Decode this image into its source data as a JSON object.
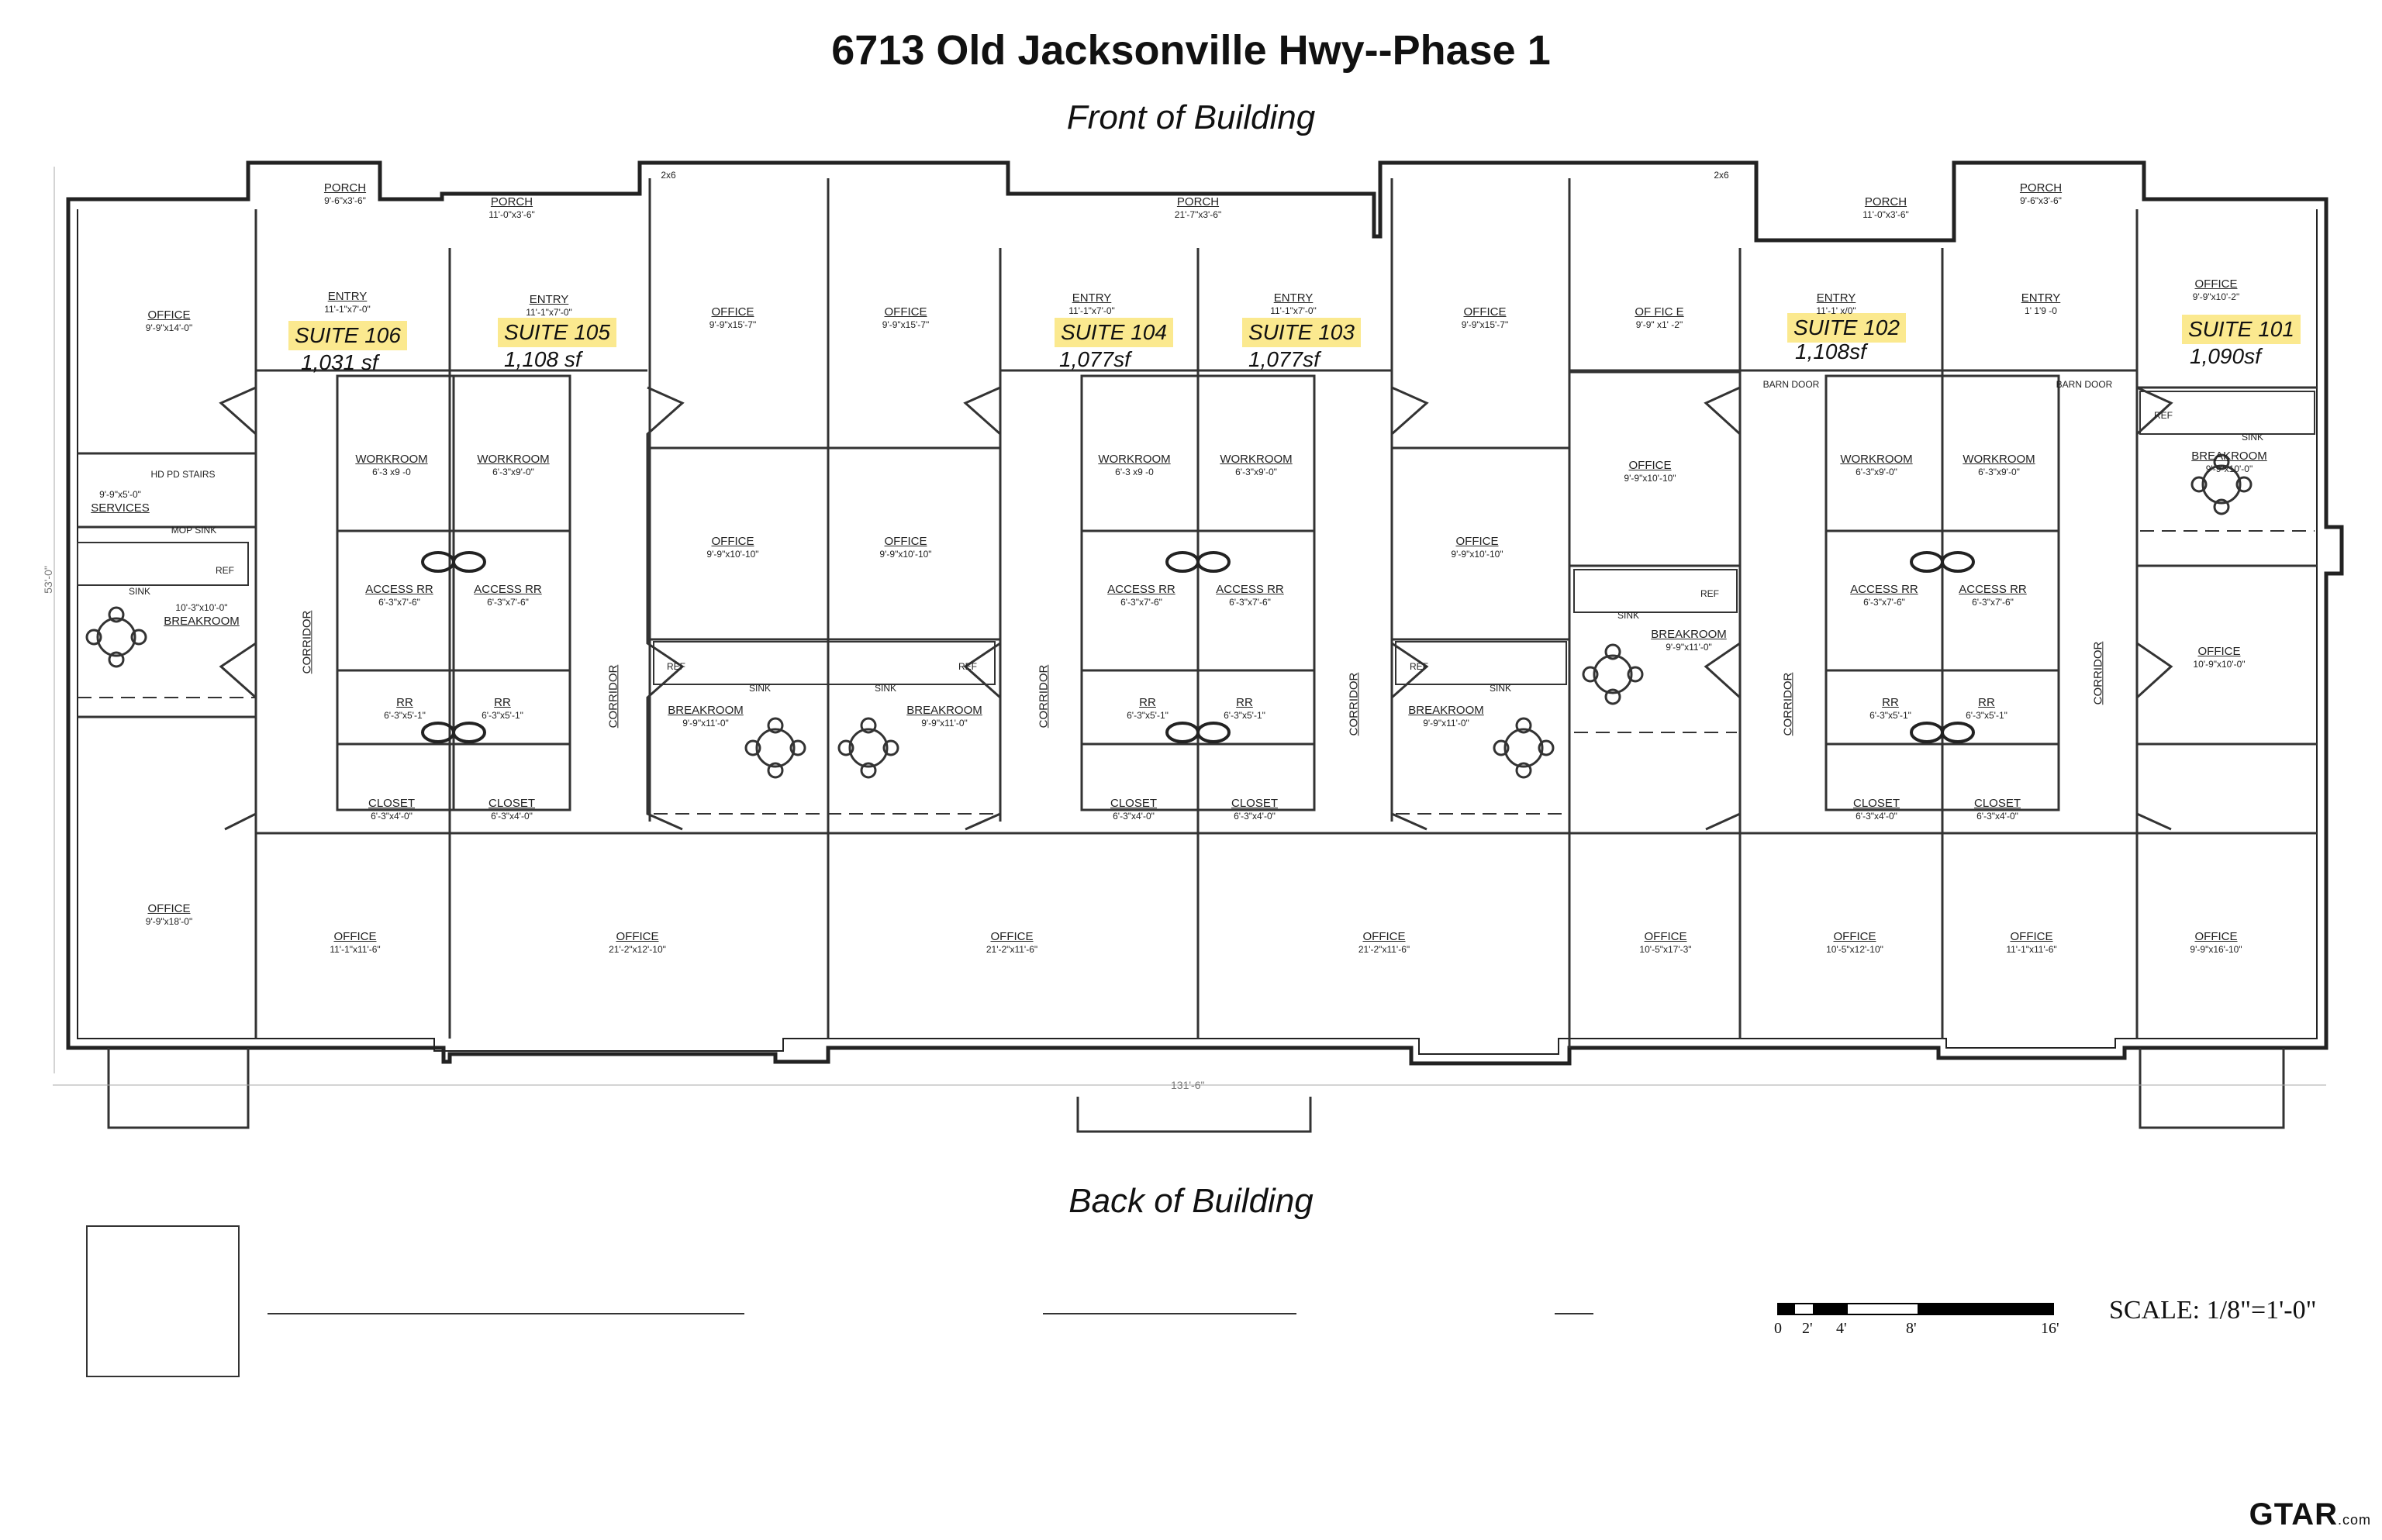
{
  "header": {
    "title": "6713 Old Jacksonville Hwy--Phase 1",
    "front_label": "Front of Building",
    "back_label": "Back of Building"
  },
  "suites": [
    {
      "name": "SUITE 106",
      "sf": "1,031 sf"
    },
    {
      "name": "SUITE 105",
      "sf": "1,108 sf"
    },
    {
      "name": "SUITE 104",
      "sf": "1,077sf"
    },
    {
      "name": "SUITE 103",
      "sf": "1,077sf"
    },
    {
      "name": "SUITE 102",
      "sf": "1,108sf"
    },
    {
      "name": "SUITE 101",
      "sf": "1,090sf"
    }
  ],
  "rooms": {
    "porch_a": {
      "name": "PORCH",
      "dim": "9'-6\"x3'-6\""
    },
    "porch_b": {
      "name": "PORCH",
      "dim": "11'-0\"x3'-6\""
    },
    "porch_c": {
      "name": "PORCH",
      "dim": "21'-7\"x3'-6\""
    },
    "porch_d": {
      "name": "PORCH",
      "dim": "11'-0\"x3'-6\""
    },
    "porch_e": {
      "name": "PORCH",
      "dim": "9'-6\"x3'-6\""
    },
    "office_fl1": {
      "name": "OFFICE",
      "dim": "9'-9\"x14'-0\""
    },
    "office_f3": {
      "name": "OFFICE",
      "dim": "9'-9\"x15'-7\""
    },
    "office_f4": {
      "name": "OFFICE",
      "dim": "9'-9\"x15'-7\""
    },
    "office_f7": {
      "name": "OFFICE",
      "dim": "9'-9\"x15'-7\""
    },
    "office_f8": {
      "name": "OF FIC E",
      "dim": "9'-9\" x1' -2\""
    },
    "office_fr": {
      "name": "OFFICE",
      "dim": "9'-9\"x10'-2\""
    },
    "entry_106": {
      "name": "ENTRY",
      "dim": "11'-1\"x7'-0\""
    },
    "entry_105": {
      "name": "ENTRY",
      "dim": "11'-1\"x7'-0\""
    },
    "entry_104": {
      "name": "ENTRY",
      "dim": "11'-1\"x7'-0\""
    },
    "entry_103": {
      "name": "ENTRY",
      "dim": "11'-1\"x7'-0\""
    },
    "entry_102": {
      "name": "ENTRY",
      "dim": "11'-1' x/0\""
    },
    "entry_101": {
      "name": "ENTRY",
      "dim": "1' 1'9 -0"
    },
    "workroom_1": {
      "name": "WORKROOM",
      "dim": "6'-3 x9 -0"
    },
    "workroom_2": {
      "name": "WORKROOM",
      "dim": "6'-3\"x9'-0\""
    },
    "workroom_3": {
      "name": "WORKROOM",
      "dim": "6'-3 x9 -0"
    },
    "workroom_4": {
      "name": "WORKROOM",
      "dim": "6'-3\"x9'-0\""
    },
    "workroom_5": {
      "name": "WORKROOM",
      "dim": "6'-3\"x9'-0\""
    },
    "workroom_6": {
      "name": "WORKROOM",
      "dim": "6'-3\"x9'-0\""
    },
    "office_m3": {
      "name": "OFFICE",
      "dim": "9'-9\"x10'-10\""
    },
    "office_m4": {
      "name": "OFFICE",
      "dim": "9'-9\"x10'-10\""
    },
    "office_m7": {
      "name": "OFFICE",
      "dim": "9'-9\"x10'-10\""
    },
    "office_m8": {
      "name": "OFFICE",
      "dim": "9'-9\"x10'-10\""
    },
    "office_mr": {
      "name": "OFFICE",
      "dim": "10'-9\"x10'-0\""
    },
    "services": {
      "name": "SERVICES",
      "dim": "9'-9\"x5'-0\""
    },
    "hdpd_stairs": {
      "name": "HD PD STAIRS",
      "dim": ""
    },
    "mop_sink": {
      "name": "MOP SINK",
      "dim": ""
    },
    "breakroom_l": {
      "name": "BREAKROOM",
      "dim": "10'-3\"x10'-0\""
    },
    "breakroom_3": {
      "name": "BREAKROOM",
      "dim": "9'-9\"x11'-0\""
    },
    "breakroom_4": {
      "name": "BREAKROOM",
      "dim": "9'-9\"x11'-0\""
    },
    "breakroom_7": {
      "name": "BREAKROOM",
      "dim": "9'-9\"x11'-0\""
    },
    "breakroom_8": {
      "name": "BREAKROOM",
      "dim": "9'-9\"x11'-0\""
    },
    "breakroom_r": {
      "name": "BREAKROOM",
      "dim": "9'-9\"x10'-0\""
    },
    "access_1": {
      "name": "ACCESS RR",
      "dim": "6'-3\"x7'-6\""
    },
    "access_2": {
      "name": "ACCESS RR",
      "dim": "6'-3\"x7'-6\""
    },
    "access_3": {
      "name": "ACCESS RR",
      "dim": "6'-3\"x7'-6\""
    },
    "access_4": {
      "name": "ACCESS RR",
      "dim": "6'-3\"x7'-6\""
    },
    "access_5": {
      "name": "ACCESS RR",
      "dim": "6'-3\"x7'-6\""
    },
    "access_6": {
      "name": "ACCESS RR",
      "dim": "6'-3\"x7'-6\""
    },
    "rr_1": {
      "name": "RR",
      "dim": "6'-3\"x5'-1\""
    },
    "rr_2": {
      "name": "RR",
      "dim": "6'-3\"x5'-1\""
    },
    "rr_3": {
      "name": "RR",
      "dim": "6'-3\"x5'-1\""
    },
    "rr_4": {
      "name": "RR",
      "dim": "6'-3\"x5'-1\""
    },
    "rr_5": {
      "name": "RR",
      "dim": "6'-3\"x5'-1\""
    },
    "rr_6": {
      "name": "RR",
      "dim": "6'-3\"x5'-1\""
    },
    "closet_1": {
      "name": "CLOSET",
      "dim": "6'-3\"x4'-0\""
    },
    "closet_2": {
      "name": "CLOSET",
      "dim": "6'-3\"x4'-0\""
    },
    "closet_3": {
      "name": "CLOSET",
      "dim": "6'-3\"x4'-0\""
    },
    "closet_4": {
      "name": "CLOSET",
      "dim": "6'-3\"x4'-0\""
    },
    "closet_5": {
      "name": "CLOSET",
      "dim": "6'-3\"x4'-0\""
    },
    "closet_6": {
      "name": "CLOSET",
      "dim": "6'-3\"x4'-0\""
    },
    "office_b1": {
      "name": "OFFICE",
      "dim": "9'-9\"x18'-0\""
    },
    "office_b2": {
      "name": "OFFICE",
      "dim": "11'-1\"x11'-6\""
    },
    "office_b3": {
      "name": "OFFICE",
      "dim": "21'-2\"x12'-10\""
    },
    "office_b4": {
      "name": "OFFICE",
      "dim": "21'-2\"x11'-6\""
    },
    "office_b5": {
      "name": "OFFICE",
      "dim": "21'-2\"x11'-6\""
    },
    "office_b6": {
      "name": "OFFICE",
      "dim": "10'-5\"x17'-3\""
    },
    "office_b7": {
      "name": "OFFICE",
      "dim": "10'-5\"x12'-10\""
    },
    "office_b8": {
      "name": "OFFICE",
      "dim": "11'-1\"x11'-6\""
    },
    "office_b9": {
      "name": "OFFICE",
      "dim": "9'-9\"x16'-10\""
    }
  },
  "corridor_label": "CORRIDOR",
  "fixture_labels": {
    "sink": "SINK",
    "ref": "REF",
    "barn_door": "BARN DOOR",
    "sixx6": "2x6"
  },
  "dimensions": {
    "width": "131'-6\"",
    "depth": "53'-0\""
  },
  "scale": {
    "text": "SCALE: 1/8\"=1'-0\"",
    "ticks": [
      "0",
      "2'",
      "4'",
      "8'",
      "16'"
    ]
  },
  "brand": {
    "name": "GTAR",
    "suffix": ".com"
  }
}
